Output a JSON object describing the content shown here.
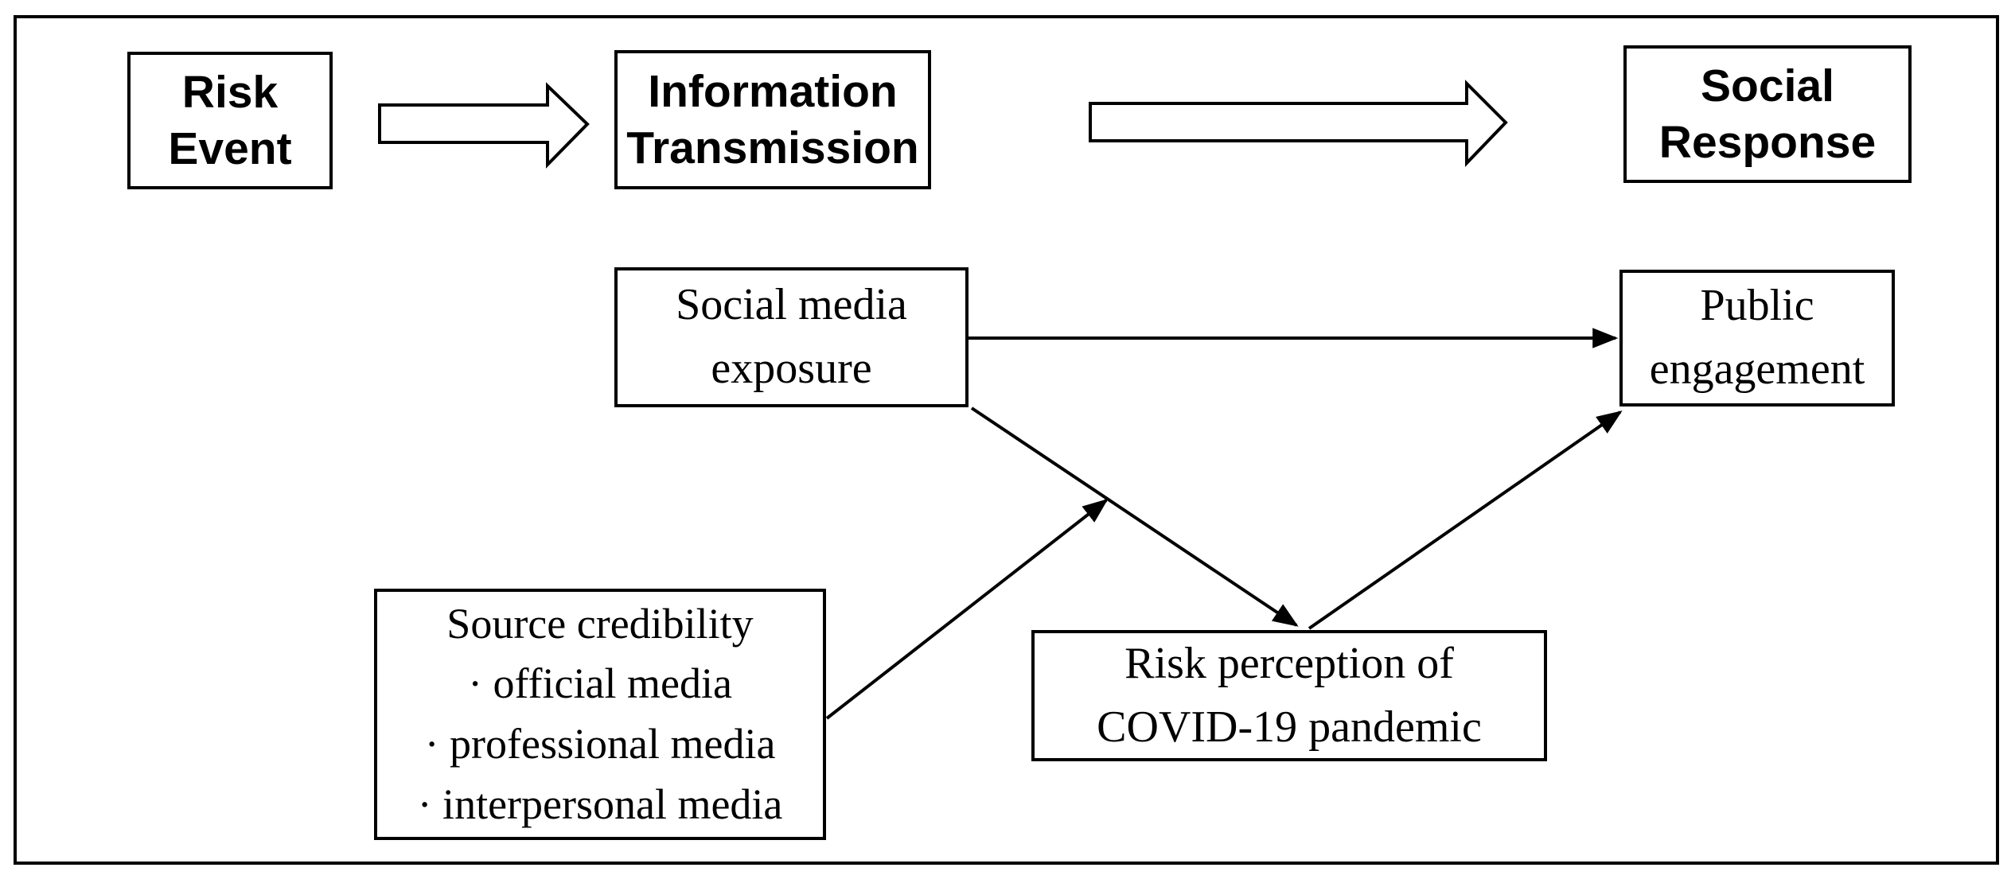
{
  "figure": {
    "description": "Conceptual model: risk event leads to information transmission leads to social response; social media exposure affects public engagement directly and via risk perception of COVID-19 pandemic, moderated by source credibility",
    "colors": {
      "background": "#ffffff",
      "box_fill": "#ffffff",
      "border": "#000000",
      "text": "#000000",
      "arrow": "#000000"
    }
  },
  "boxes": {
    "risk_event": {
      "lines": [
        "Risk",
        "Event"
      ]
    },
    "information_transmission": {
      "lines": [
        "Information",
        "Transmission"
      ]
    },
    "social_response": {
      "lines": [
        "Social",
        "Response"
      ]
    },
    "social_media_exposure": {
      "lines": [
        "Social media",
        "exposure"
      ]
    },
    "public_engagement": {
      "lines": [
        "Public",
        "engagement"
      ]
    },
    "source_credibility": {
      "lines": [
        "Source credibility",
        "· official media",
        "· professional media",
        "· interpersonal media"
      ]
    },
    "risk_perception": {
      "lines": [
        "Risk perception of",
        "COVID-19 pandemic"
      ]
    }
  },
  "connections": [
    {
      "from": "risk_event",
      "to": "information_transmission",
      "type": "block-arrow"
    },
    {
      "from": "information_transmission",
      "to": "social_response",
      "type": "block-arrow"
    },
    {
      "from": "social_media_exposure",
      "to": "public_engagement",
      "type": "line-arrow"
    },
    {
      "from": "social_media_exposure",
      "to": "risk_perception",
      "type": "line-arrow"
    },
    {
      "from": "risk_perception",
      "to": "public_engagement",
      "type": "line-arrow"
    },
    {
      "from": "source_credibility",
      "to": "path(social_media_exposure → risk_perception)",
      "type": "moderation-arrow"
    }
  ]
}
